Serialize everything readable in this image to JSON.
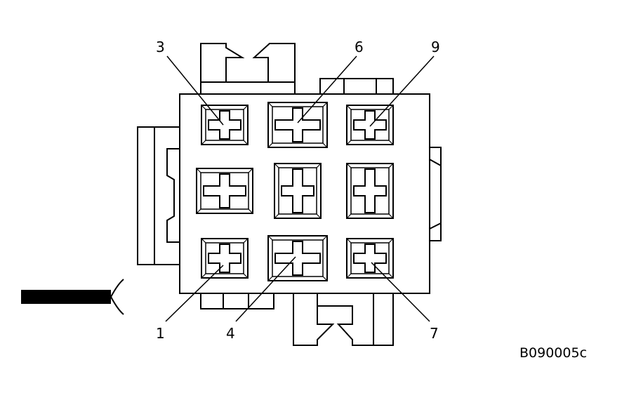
{
  "figure_code": "B090005c",
  "pin_labels": [
    {
      "id": "3",
      "text": "3"
    },
    {
      "id": "6",
      "text": "6"
    },
    {
      "id": "9",
      "text": "9"
    },
    {
      "id": "1",
      "text": "1"
    },
    {
      "id": "4",
      "text": "4"
    },
    {
      "id": "7",
      "text": "7"
    }
  ],
  "cavities": [
    "1",
    "2",
    "3",
    "4",
    "5",
    "6",
    "7",
    "8",
    "9"
  ]
}
